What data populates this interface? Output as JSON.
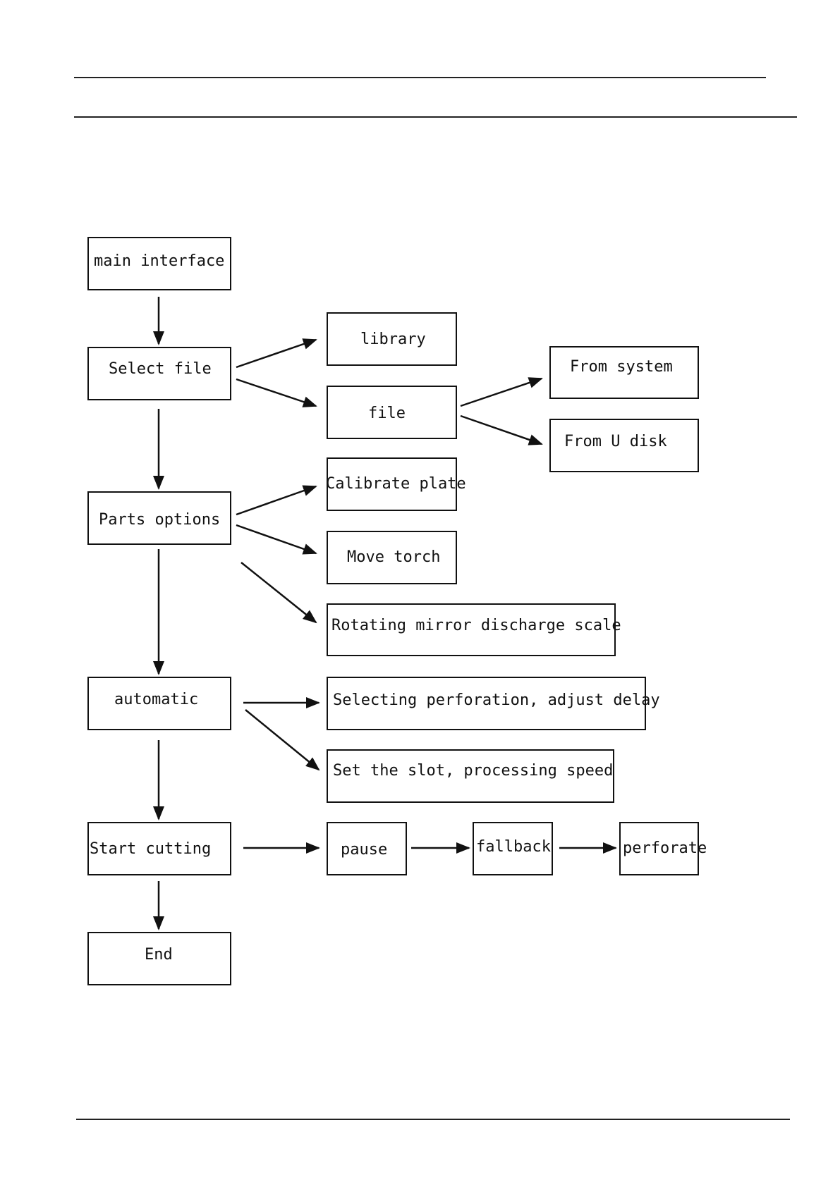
{
  "nodes": [
    {
      "id": "main",
      "label": "main interface"
    },
    {
      "id": "select",
      "label": "Select file"
    },
    {
      "id": "library",
      "label": "library"
    },
    {
      "id": "file",
      "label": "file"
    },
    {
      "id": "from-system",
      "label": "From  system"
    },
    {
      "id": "from-udisk",
      "label": "From U disk"
    },
    {
      "id": "parts",
      "label": "Parts options"
    },
    {
      "id": "calibrate",
      "label": "Calibrate plate"
    },
    {
      "id": "move-torch",
      "label": "Move torch"
    },
    {
      "id": "rotating",
      "label": "Rotating mirror discharge scale"
    },
    {
      "id": "automatic",
      "label": "automatic"
    },
    {
      "id": "selecting",
      "label": "Selecting perforation, adjust delay"
    },
    {
      "id": "slot",
      "label": "Set the slot, processing speed"
    },
    {
      "id": "start",
      "label": "Start cutting"
    },
    {
      "id": "pause",
      "label": "pause"
    },
    {
      "id": "fallback",
      "label": "fallback"
    },
    {
      "id": "perforate",
      "label": "perforate"
    },
    {
      "id": "end",
      "label": "End"
    }
  ],
  "edges": [
    {
      "from": "main",
      "to": "select"
    },
    {
      "from": "select",
      "to": "parts"
    },
    {
      "from": "parts",
      "to": "automatic"
    },
    {
      "from": "automatic",
      "to": "start"
    },
    {
      "from": "start",
      "to": "end"
    },
    {
      "from": "select",
      "to": "library"
    },
    {
      "from": "select",
      "to": "file"
    },
    {
      "from": "file",
      "to": "from-system"
    },
    {
      "from": "file",
      "to": "from-udisk"
    },
    {
      "from": "parts",
      "to": "calibrate"
    },
    {
      "from": "parts",
      "to": "move-torch"
    },
    {
      "from": "parts",
      "to": "rotating"
    },
    {
      "from": "automatic",
      "to": "selecting"
    },
    {
      "from": "automatic",
      "to": "slot"
    },
    {
      "from": "start",
      "to": "pause"
    },
    {
      "from": "pause",
      "to": "fallback"
    },
    {
      "from": "fallback",
      "to": "perforate"
    }
  ]
}
